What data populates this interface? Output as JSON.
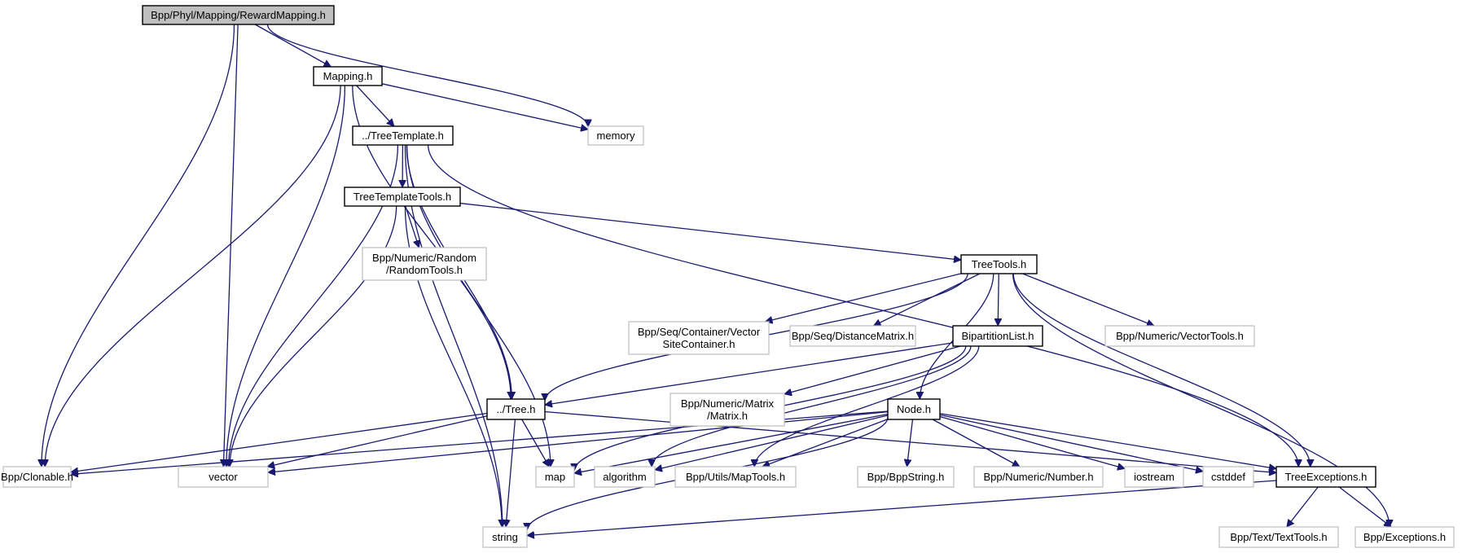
{
  "title": "Bpp/Phyl/Mapping/RewardMapping.h",
  "colors": {
    "edge": "#191970",
    "root_fill": "#bfbfbf",
    "local_border": "#000000",
    "external_border": "#bfbfbf"
  },
  "nodes": [
    {
      "id": "rewardmapping",
      "kind": "root",
      "lines": [
        "Bpp/Phyl/Mapping/RewardMapping.h"
      ]
    },
    {
      "id": "mapping",
      "kind": "local",
      "lines": [
        "Mapping.h"
      ]
    },
    {
      "id": "memory",
      "kind": "external",
      "lines": [
        "memory"
      ]
    },
    {
      "id": "treetemplate",
      "kind": "local",
      "lines": [
        "../TreeTemplate.h"
      ]
    },
    {
      "id": "treetemplatetools",
      "kind": "local",
      "lines": [
        "TreeTemplateTools.h"
      ]
    },
    {
      "id": "randomtools",
      "kind": "external",
      "lines": [
        "Bpp/Numeric/Random",
        "/RandomTools.h"
      ]
    },
    {
      "id": "treetools",
      "kind": "local",
      "lines": [
        "TreeTools.h"
      ]
    },
    {
      "id": "vectorsitecontainer",
      "kind": "external",
      "lines": [
        "Bpp/Seq/Container/Vector",
        "SiteContainer.h"
      ]
    },
    {
      "id": "distancematrix",
      "kind": "external",
      "lines": [
        "Bpp/Seq/DistanceMatrix.h"
      ]
    },
    {
      "id": "bipartitionlist",
      "kind": "local",
      "lines": [
        "BipartitionList.h"
      ]
    },
    {
      "id": "vectortools",
      "kind": "external",
      "lines": [
        "Bpp/Numeric/VectorTools.h"
      ]
    },
    {
      "id": "tree",
      "kind": "local",
      "lines": [
        "../Tree.h"
      ]
    },
    {
      "id": "matrix",
      "kind": "external",
      "lines": [
        "Bpp/Numeric/Matrix",
        "/Matrix.h"
      ]
    },
    {
      "id": "node",
      "kind": "local",
      "lines": [
        "Node.h"
      ]
    },
    {
      "id": "clonable",
      "kind": "external",
      "lines": [
        "Bpp/Clonable.h"
      ]
    },
    {
      "id": "vector",
      "kind": "external",
      "lines": [
        "vector"
      ]
    },
    {
      "id": "map",
      "kind": "external",
      "lines": [
        "map"
      ]
    },
    {
      "id": "algorithm",
      "kind": "external",
      "lines": [
        "algorithm"
      ]
    },
    {
      "id": "maptools",
      "kind": "external",
      "lines": [
        "Bpp/Utils/MapTools.h"
      ]
    },
    {
      "id": "bppstring",
      "kind": "external",
      "lines": [
        "Bpp/BppString.h"
      ]
    },
    {
      "id": "number",
      "kind": "external",
      "lines": [
        "Bpp/Numeric/Number.h"
      ]
    },
    {
      "id": "iostream",
      "kind": "external",
      "lines": [
        "iostream"
      ]
    },
    {
      "id": "cstddef",
      "kind": "external",
      "lines": [
        "cstddef"
      ]
    },
    {
      "id": "treeexceptions",
      "kind": "local",
      "lines": [
        "TreeExceptions.h"
      ]
    },
    {
      "id": "string",
      "kind": "external",
      "lines": [
        "string"
      ]
    },
    {
      "id": "texttools",
      "kind": "external",
      "lines": [
        "Bpp/Text/TextTools.h"
      ]
    },
    {
      "id": "exceptions",
      "kind": "external",
      "lines": [
        "Bpp/Exceptions.h"
      ]
    }
  ],
  "edges": [
    [
      "rewardmapping",
      "mapping"
    ],
    [
      "rewardmapping",
      "memory"
    ],
    [
      "rewardmapping",
      "clonable"
    ],
    [
      "rewardmapping",
      "vector"
    ],
    [
      "mapping",
      "treetemplate"
    ],
    [
      "mapping",
      "memory"
    ],
    [
      "mapping",
      "clonable"
    ],
    [
      "mapping",
      "vector"
    ],
    [
      "mapping",
      "tree"
    ],
    [
      "treetemplate",
      "treetemplatetools"
    ],
    [
      "treetemplate",
      "tree"
    ],
    [
      "treetemplate",
      "vector"
    ],
    [
      "treetemplate",
      "string"
    ],
    [
      "treetemplate",
      "map"
    ],
    [
      "treetemplate",
      "treeexceptions"
    ],
    [
      "treetemplatetools",
      "randomtools"
    ],
    [
      "treetemplatetools",
      "treetools"
    ],
    [
      "treetemplatetools",
      "vector"
    ],
    [
      "treetemplatetools",
      "string"
    ],
    [
      "treetools",
      "vectorsitecontainer"
    ],
    [
      "treetools",
      "distancematrix"
    ],
    [
      "treetools",
      "bipartitionlist"
    ],
    [
      "treetools",
      "vectortools"
    ],
    [
      "treetools",
      "tree"
    ],
    [
      "treetools",
      "node"
    ],
    [
      "treetools",
      "treeexceptions"
    ],
    [
      "treetools",
      "exceptions"
    ],
    [
      "bipartitionlist",
      "tree"
    ],
    [
      "bipartitionlist",
      "matrix"
    ],
    [
      "bipartitionlist",
      "map"
    ],
    [
      "bipartitionlist",
      "algorithm"
    ],
    [
      "bipartitionlist",
      "maptools"
    ],
    [
      "tree",
      "clonable"
    ],
    [
      "tree",
      "vector"
    ],
    [
      "tree",
      "map"
    ],
    [
      "tree",
      "string"
    ],
    [
      "tree",
      "treeexceptions"
    ],
    [
      "node",
      "clonable"
    ],
    [
      "node",
      "vector"
    ],
    [
      "node",
      "map"
    ],
    [
      "node",
      "algorithm"
    ],
    [
      "node",
      "maptools"
    ],
    [
      "node",
      "bppstring"
    ],
    [
      "node",
      "number"
    ],
    [
      "node",
      "iostream"
    ],
    [
      "node",
      "cstddef"
    ],
    [
      "node",
      "treeexceptions"
    ],
    [
      "node",
      "string"
    ],
    [
      "treeexceptions",
      "texttools"
    ],
    [
      "treeexceptions",
      "exceptions"
    ],
    [
      "treeexceptions",
      "string"
    ]
  ]
}
